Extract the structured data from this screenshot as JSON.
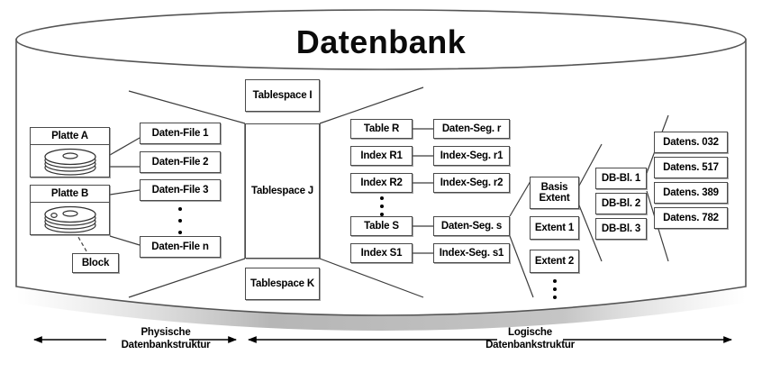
{
  "diagram": {
    "title": "Datenbank",
    "title_text": "Datenbank",
    "colors": {
      "stroke": "#4a4a4a",
      "cylinder_stroke": "#555555",
      "text": "#000000",
      "background": "#ffffff"
    }
  },
  "physical": {
    "disks": [
      {
        "label": "Platte A"
      },
      {
        "label": "Platte B"
      }
    ],
    "block": {
      "label": "Block"
    },
    "datafiles": [
      {
        "label": "Daten-File 1"
      },
      {
        "label": "Daten-File 2"
      },
      {
        "label": "Daten-File 3"
      },
      {
        "label": "Daten-File n"
      }
    ],
    "datafiles_ellipsis": "⋮"
  },
  "tablespaces": [
    {
      "label": "Tablespace I"
    },
    {
      "label": "Tablespace J"
    },
    {
      "label": "Tablespace K"
    }
  ],
  "objects": [
    {
      "label": "Table R"
    },
    {
      "label": "Index R1"
    },
    {
      "label": "Index R2"
    },
    {
      "label": "Table S"
    },
    {
      "label": "Index S1"
    }
  ],
  "segments": [
    {
      "label": "Daten-Seg. r"
    },
    {
      "label": "Index-Seg. r1"
    },
    {
      "label": "Index-Seg. r2"
    },
    {
      "label": "Daten-Seg. s"
    },
    {
      "label": "Index-Seg. s1"
    }
  ],
  "extents": [
    {
      "label": "Basis\nExtent"
    },
    {
      "label": "Extent 1"
    },
    {
      "label": "Extent 2"
    }
  ],
  "blocks": [
    {
      "label": "DB-Bl. 1"
    },
    {
      "label": "DB-Bl. 2"
    },
    {
      "label": "DB-Bl. 3"
    }
  ],
  "records": [
    {
      "label": "Datens. 032"
    },
    {
      "label": "Datens. 517"
    },
    {
      "label": "Datens. 389"
    },
    {
      "label": "Datens. 782"
    }
  ],
  "axes": [
    {
      "label": "Physische\nDatenbankstruktur"
    },
    {
      "label": "Logische\nDatenbankstruktur"
    }
  ]
}
